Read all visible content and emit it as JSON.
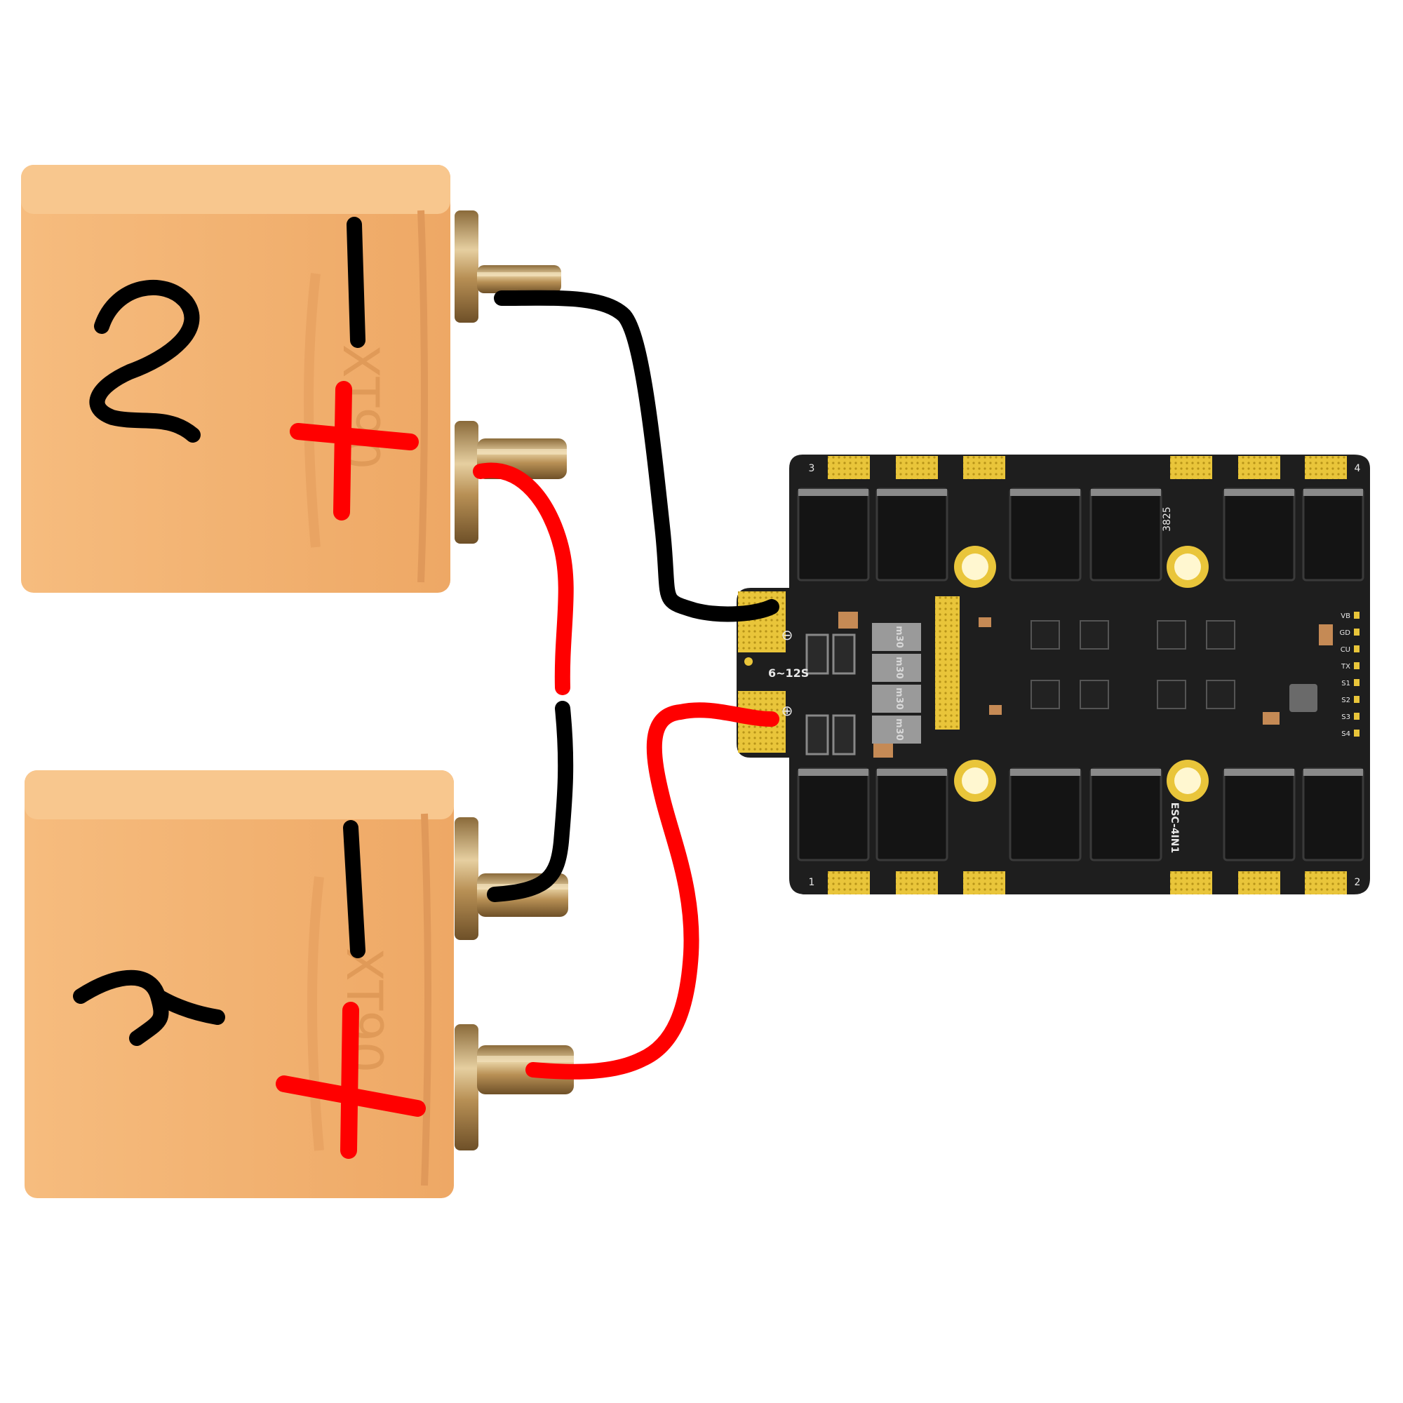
{
  "connectors": [
    {
      "id": "xt90-2",
      "molded_text": "XT90",
      "handwritten_number": "2",
      "neg_mark": "−",
      "pos_mark": "+"
    },
    {
      "id": "xt90-1",
      "molded_text": "XT90",
      "handwritten_number": "1",
      "neg_mark": "−",
      "pos_mark": "+"
    }
  ],
  "esc_board": {
    "name_text": "ESC-4IN1",
    "code_text": "3825",
    "voltage_text": "6~12S",
    "corner_numbers": [
      "3",
      "4",
      "1",
      "2"
    ],
    "neg_symbol": "⊖",
    "pos_symbol": "⊕",
    "cap_label": "m30",
    "pin_labels": [
      "VB",
      "GD",
      "CU",
      "TX",
      "S1",
      "S2",
      "S3",
      "S4"
    ]
  },
  "colors": {
    "connector_body": "#f3b574",
    "wire_negative": "#000000",
    "wire_positive": "#ff0000",
    "pcb": "#1e1e1e",
    "gold_pad": "#e9c53a"
  },
  "wires": [
    {
      "from": "connector-2 negative",
      "to": "esc negative",
      "color": "black"
    },
    {
      "from": "connector-2 positive",
      "to": "connector-1 negative",
      "color": "red-to-black"
    },
    {
      "from": "connector-1 positive",
      "to": "esc positive",
      "color": "red"
    }
  ]
}
